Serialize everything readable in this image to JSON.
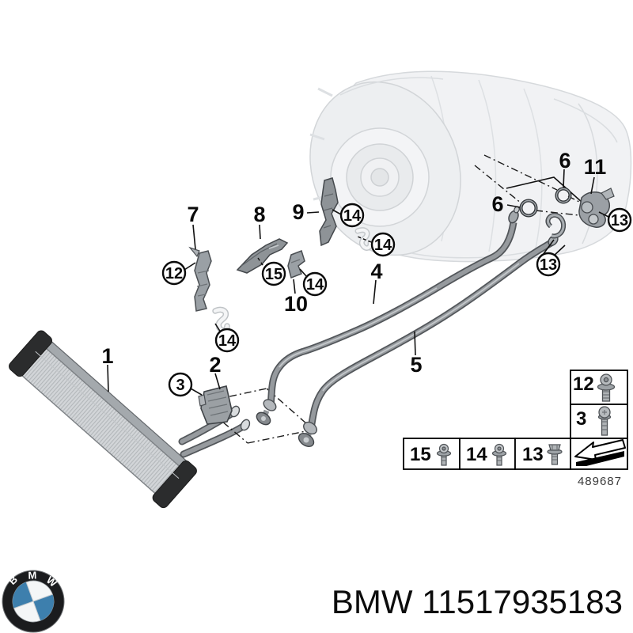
{
  "diagram": {
    "callouts": {
      "n1": "1",
      "n2": "2",
      "n4": "4",
      "n5": "5",
      "n6a": "6",
      "n6b": "6",
      "n7": "7",
      "n8": "8",
      "n9": "9",
      "n10": "10",
      "n11": "11",
      "c3": "3",
      "c12": "12",
      "c13a": "13",
      "c13b": "13",
      "c14a": "14",
      "c14b": "14",
      "c14c": "14",
      "c14d": "14",
      "c15": "15"
    },
    "parts": {
      "oil_cooler": "1",
      "bracket_holder": "2",
      "transmission": "gearbox-sketch",
      "pipe_upper": "4",
      "pipe_lower": "5",
      "o_rings": "6",
      "connector_fitting": "11"
    }
  },
  "legend": {
    "cell_12": "12",
    "cell_3": "3",
    "cell_15": "15",
    "cell_14": "14",
    "cell_13": "13",
    "ref_number": "489687",
    "icons": {
      "cell_12": "flange-screw-icon",
      "cell_3": "pan-head-screw-icon",
      "cell_15": "flange-screw-icon",
      "cell_14": "flange-screw-icon",
      "cell_13": "hex-flange-bolt-icon",
      "arrow": "install-direction-arrow-icon"
    }
  },
  "footer": {
    "logo_letters": {
      "b": "B",
      "m": "M",
      "w": "W"
    },
    "part_label": "BMW 11517935183"
  },
  "colors": {
    "logo_blue": "#3d7fad",
    "sketch_gray": "#d9dcdf",
    "metal_gray": "#9aa0a5",
    "line_black": "#000000"
  }
}
